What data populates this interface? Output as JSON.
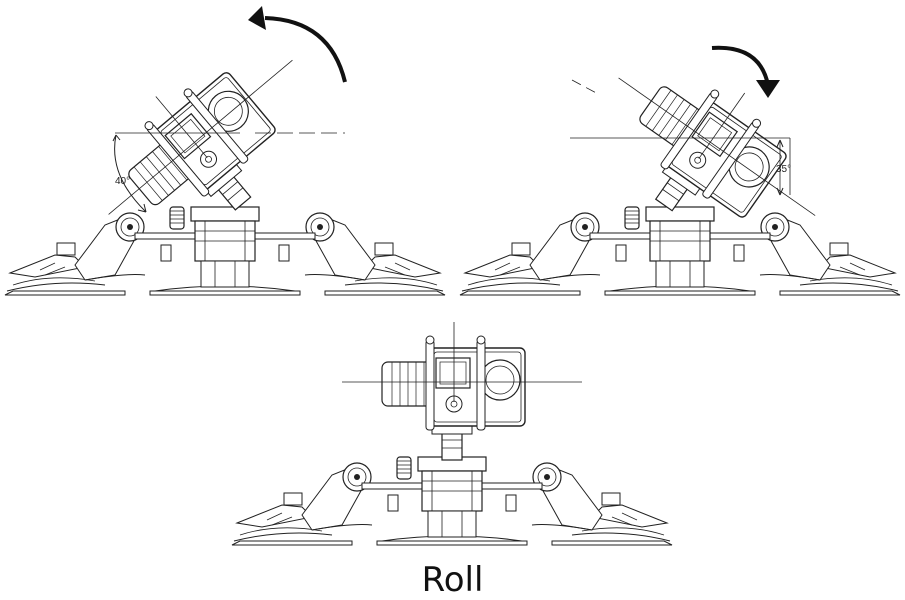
{
  "title": "Roll",
  "views": [
    {
      "id": "left",
      "angle_label": "40°",
      "rotation_deg": -40,
      "arrow": "counter-clockwise"
    },
    {
      "id": "right",
      "angle_label": "35°",
      "rotation_deg": 35,
      "arrow": "clockwise"
    },
    {
      "id": "center",
      "rotation_deg": 0
    }
  ],
  "colors": {
    "line": "#222222",
    "background": "#ffffff"
  }
}
